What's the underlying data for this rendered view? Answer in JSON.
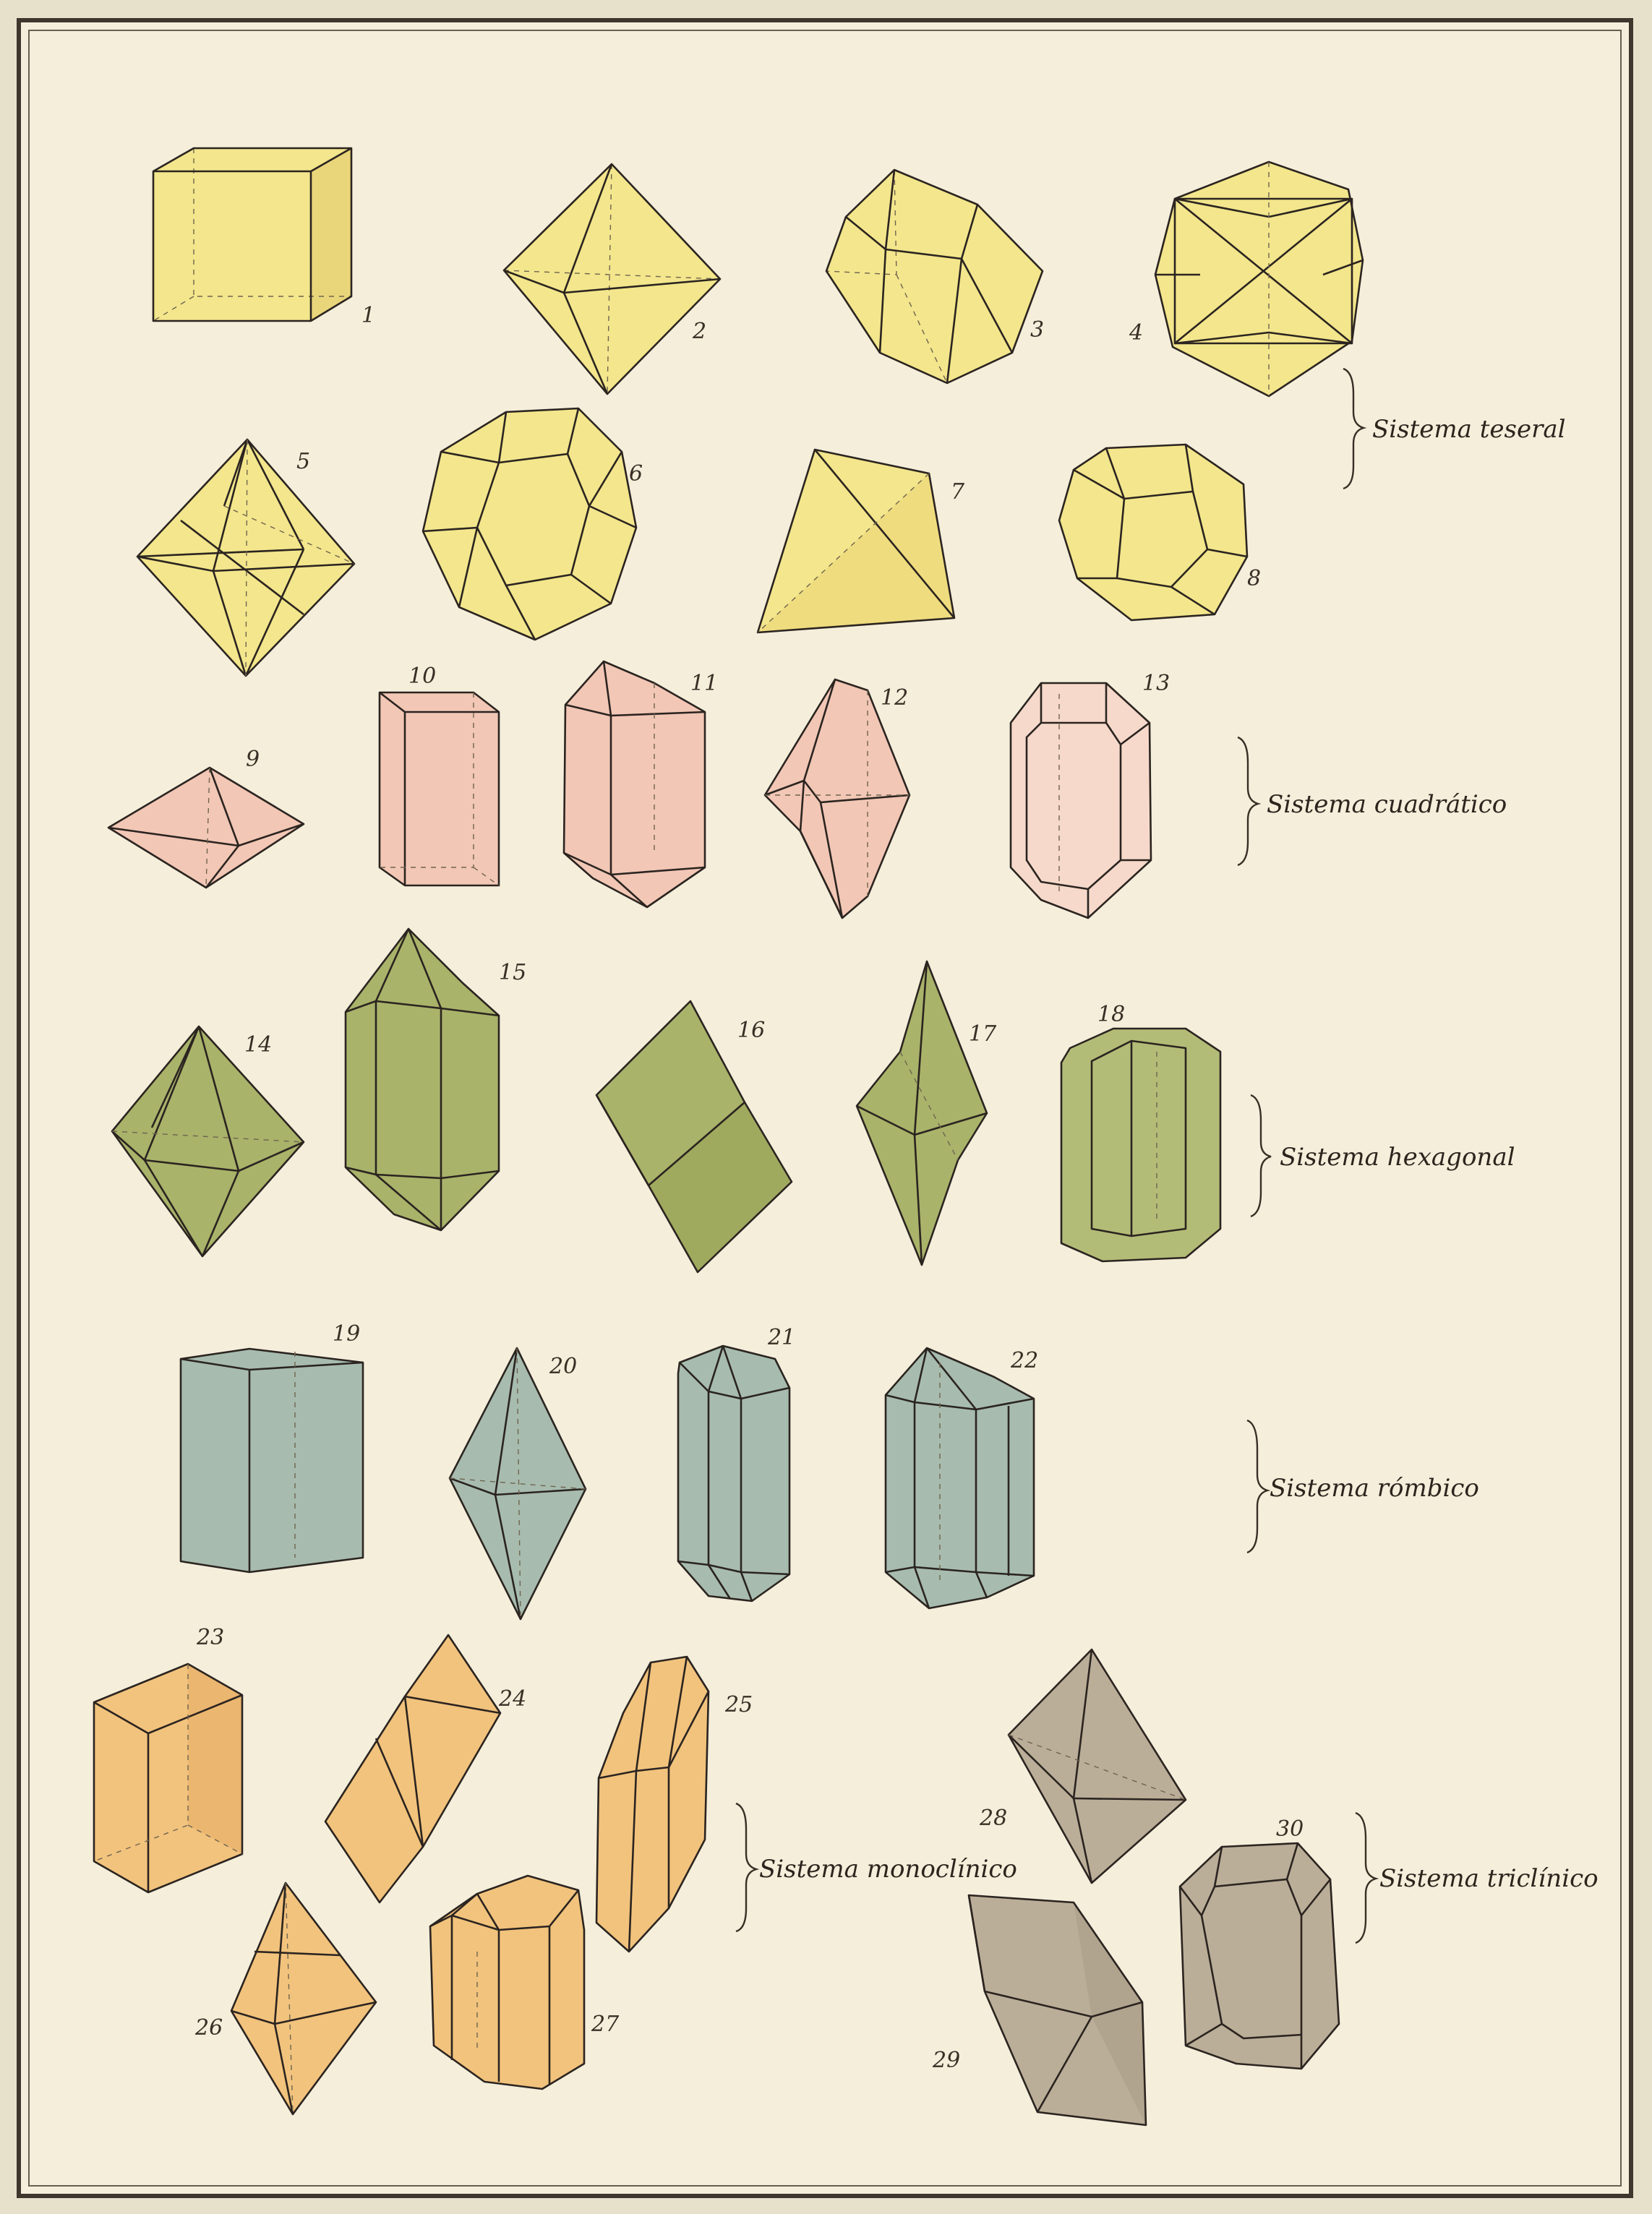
{
  "systems": [
    {
      "key": "teseral",
      "label": "Sistema teseral",
      "color": "#f3e68c",
      "crystals": [
        "1",
        "2",
        "3",
        "4",
        "5",
        "6",
        "7",
        "8"
      ]
    },
    {
      "key": "cuadratico",
      "label": "Sistema cuadrático",
      "color": "#f2c7b5",
      "crystals": [
        "9",
        "10",
        "11",
        "12",
        "13"
      ]
    },
    {
      "key": "hexagonal",
      "label": "Sistema hexagonal",
      "color": "#a9b36a",
      "crystals": [
        "14",
        "15",
        "16",
        "17",
        "18"
      ]
    },
    {
      "key": "rombico",
      "label": "Sistema rómbico",
      "color": "#a7bcae",
      "crystals": [
        "19",
        "20",
        "21",
        "22"
      ]
    },
    {
      "key": "monoclinico",
      "label": "Sistema monoclínico",
      "color": "#f2c37d",
      "crystals": [
        "23",
        "24",
        "25",
        "26",
        "27"
      ]
    },
    {
      "key": "triclinico",
      "label": "Sistema triclínico",
      "color": "#bbae98",
      "crystals": [
        "28",
        "29",
        "30"
      ]
    }
  ],
  "colors": {
    "paper": "#f3edd9",
    "frame": "#4a4036",
    "edge": "#2b2420"
  }
}
